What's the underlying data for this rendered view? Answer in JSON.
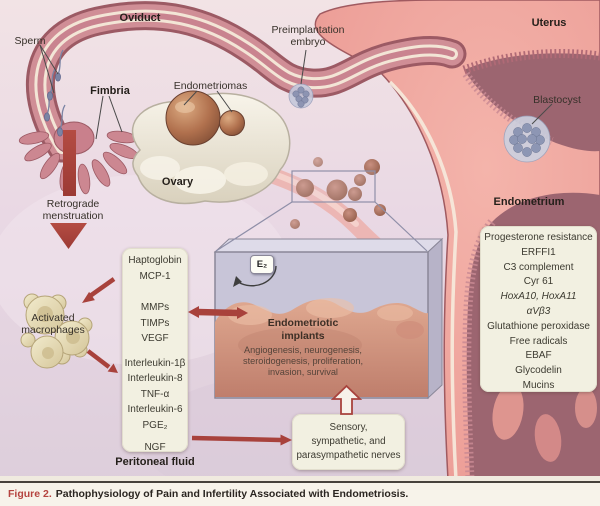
{
  "caption": {
    "figure_label": "Figure 2.",
    "text": "Pathophysiology of Pain and Infertility Associated with Endometriosis."
  },
  "anatomy_labels": {
    "oviduct": "Oviduct",
    "sperm": "Sperm",
    "fimbria": "Fimbria",
    "endometriomas": "Endometriomas",
    "ovary": "Ovary",
    "preimplantation_embryo": {
      "lines": [
        "Preimplantation",
        "embryo"
      ]
    },
    "uterus": "Uterus",
    "blastocyst": "Blastocyst",
    "endometrium": "Endometrium",
    "retrograde_menstruation": {
      "lines": [
        "Retrograde",
        "menstruation"
      ]
    },
    "activated_macrophages": {
      "lines": [
        "Activated",
        "macrophages"
      ]
    },
    "peritoneal_fluid": "Peritoneal fluid"
  },
  "peritoneal_fluid_box": {
    "items": [
      "Haptoglobin",
      "MCP-1",
      "MMPs",
      "TIMPs",
      "VEGF",
      "Interleukin-1β",
      "Interleukin-8",
      "TNF-α",
      "Interleukin-6",
      "PGE₂",
      "NGF"
    ]
  },
  "endometrium_box": {
    "items": [
      "Progesterone resistance",
      "ERFFI1",
      "C3 complement",
      "Cyr 61",
      "HoxA10, HoxA11",
      "αVβ3",
      "Glutathione peroxidase",
      "Free radicals",
      "EBAF",
      "Glycodelin",
      "Mucins"
    ]
  },
  "inset": {
    "e2_label": "E₂",
    "title": "Endometriotic implants",
    "subtitle": "Angiogenesis, neurogenesis, steroidogenesis, proliferation, invasion, survival"
  },
  "nerves_box": {
    "lines": [
      "Sensory,",
      "sympathetic, and",
      "parasympathetic nerves"
    ]
  },
  "colors": {
    "arrow_red": "#a8423c",
    "box_cream": "#f2f0e1",
    "caption_red": "#b5443f",
    "inset_top": "#c8c5d8"
  }
}
